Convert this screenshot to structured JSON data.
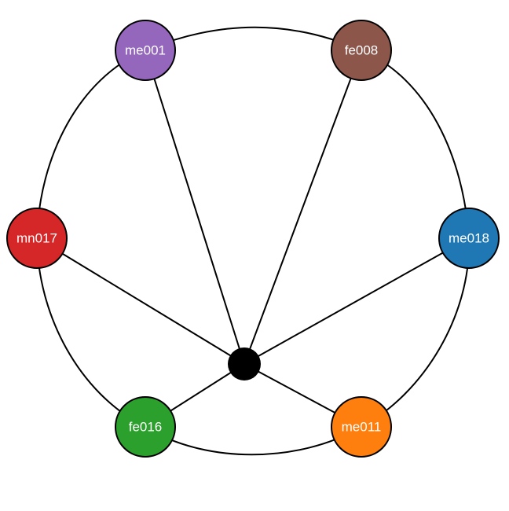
{
  "nodes": [
    {
      "id": "me001",
      "label": "me001",
      "color": "#9467bd"
    },
    {
      "id": "fe008",
      "label": "fe008",
      "color": "#8c564b"
    },
    {
      "id": "mn017",
      "label": "mn017",
      "color": "#d62728"
    },
    {
      "id": "me018",
      "label": "me018",
      "color": "#1f77b4"
    },
    {
      "id": "fe016",
      "label": "fe016",
      "color": "#2ca02c"
    },
    {
      "id": "me011",
      "label": "me011",
      "color": "#ff7f0e"
    }
  ],
  "hub": {
    "id": "hub",
    "color": "#000000"
  },
  "edges": [
    {
      "from": "hub",
      "to": "me001"
    },
    {
      "from": "hub",
      "to": "fe008"
    },
    {
      "from": "hub",
      "to": "mn017"
    },
    {
      "from": "hub",
      "to": "me018"
    },
    {
      "from": "hub",
      "to": "fe016"
    },
    {
      "from": "hub",
      "to": "me011"
    }
  ],
  "ring_color": "#000000"
}
